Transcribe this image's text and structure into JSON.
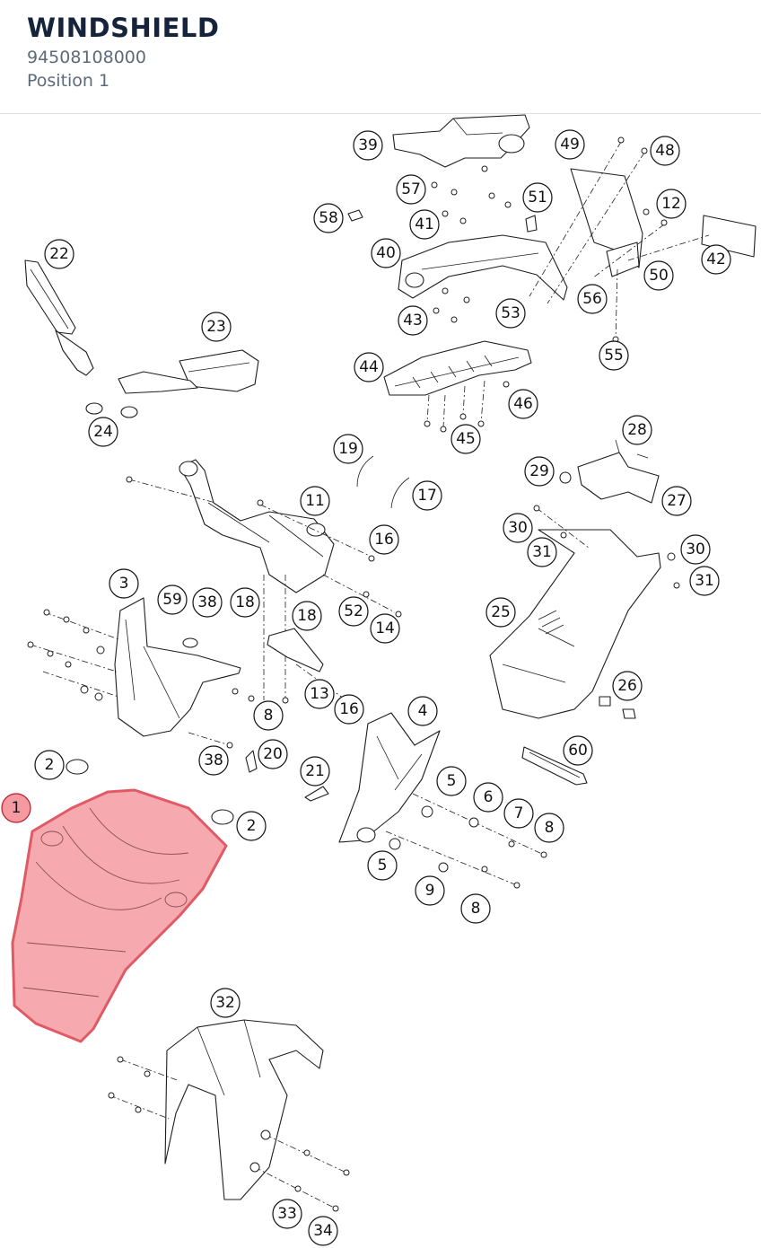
{
  "header": {
    "title": "WINDSHIELD",
    "part_number": "94508108000",
    "position": "Position 1"
  },
  "highlight_color": "#f49aa0",
  "callouts": [
    {
      "n": "1",
      "active": true
    },
    {
      "n": "2"
    },
    {
      "n": "2"
    },
    {
      "n": "3"
    },
    {
      "n": "4"
    },
    {
      "n": "5"
    },
    {
      "n": "5"
    },
    {
      "n": "6"
    },
    {
      "n": "7"
    },
    {
      "n": "8"
    },
    {
      "n": "8"
    },
    {
      "n": "8"
    },
    {
      "n": "9"
    },
    {
      "n": "11"
    },
    {
      "n": "12"
    },
    {
      "n": "13"
    },
    {
      "n": "14"
    },
    {
      "n": "16"
    },
    {
      "n": "16"
    },
    {
      "n": "17"
    },
    {
      "n": "18"
    },
    {
      "n": "18"
    },
    {
      "n": "19"
    },
    {
      "n": "20"
    },
    {
      "n": "21"
    },
    {
      "n": "22"
    },
    {
      "n": "23"
    },
    {
      "n": "24"
    },
    {
      "n": "25"
    },
    {
      "n": "26"
    },
    {
      "n": "27"
    },
    {
      "n": "28"
    },
    {
      "n": "29"
    },
    {
      "n": "30"
    },
    {
      "n": "30"
    },
    {
      "n": "31"
    },
    {
      "n": "31"
    },
    {
      "n": "32"
    },
    {
      "n": "33"
    },
    {
      "n": "34"
    },
    {
      "n": "38"
    },
    {
      "n": "38"
    },
    {
      "n": "39"
    },
    {
      "n": "40"
    },
    {
      "n": "41"
    },
    {
      "n": "42"
    },
    {
      "n": "43"
    },
    {
      "n": "44"
    },
    {
      "n": "45"
    },
    {
      "n": "46"
    },
    {
      "n": "48"
    },
    {
      "n": "49"
    },
    {
      "n": "50"
    },
    {
      "n": "51"
    },
    {
      "n": "52"
    },
    {
      "n": "53"
    },
    {
      "n": "55"
    },
    {
      "n": "56"
    },
    {
      "n": "57"
    },
    {
      "n": "58"
    },
    {
      "n": "59"
    },
    {
      "n": "60"
    }
  ]
}
